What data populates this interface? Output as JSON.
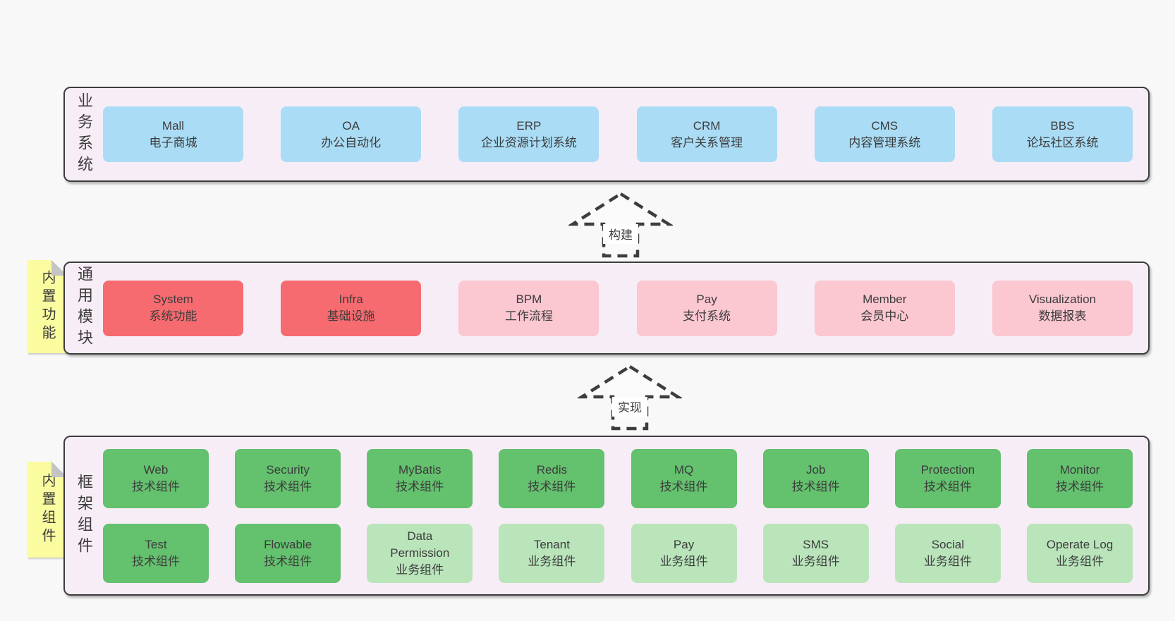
{
  "palette": {
    "page-bg": "#f8f8f8",
    "band-bg": "#f7edf6",
    "line": "#3d3d3d",
    "text": "#3c3c3c",
    "blue": "#aadcf5",
    "red": "#f66b70",
    "pink": "#fbc7d1",
    "green": "#64c16e",
    "lightgreen": "#bae5bb",
    "sticky": "#fbfc9f",
    "sticky-fold": "#c4c4c4"
  },
  "arrows": {
    "build": {
      "label": "构建"
    },
    "implement": {
      "label": "实现"
    }
  },
  "bands": {
    "business": {
      "label": "业务系统",
      "boxes": [
        {
          "name": "Mall",
          "desc": "电子商城",
          "type": "blue"
        },
        {
          "name": "OA",
          "desc": "办公自动化",
          "type": "blue"
        },
        {
          "name": "ERP",
          "desc": "企业资源计划系统",
          "type": "blue"
        },
        {
          "name": "CRM",
          "desc": "客户关系管理",
          "type": "blue"
        },
        {
          "name": "CMS",
          "desc": "内容管理系统",
          "type": "blue"
        },
        {
          "name": "BBS",
          "desc": "论坛社区系统",
          "type": "blue"
        }
      ]
    },
    "common": {
      "label": "通用模块",
      "sticky": "内置功能",
      "boxes": [
        {
          "name": "System",
          "desc": "系统功能",
          "type": "red"
        },
        {
          "name": "Infra",
          "desc": "基础设施",
          "type": "red"
        },
        {
          "name": "BPM",
          "desc": "工作流程",
          "type": "pink"
        },
        {
          "name": "Pay",
          "desc": "支付系统",
          "type": "pink"
        },
        {
          "name": "Member",
          "desc": "会员中心",
          "type": "pink"
        },
        {
          "name": "Visualization",
          "desc": "数据报表",
          "type": "pink"
        }
      ]
    },
    "framework": {
      "label": "框架组件",
      "sticky": "内置组件",
      "rows": {
        "0": [
          {
            "name": "Web",
            "desc": "技术组件",
            "type": "green"
          },
          {
            "name": "Security",
            "desc": "技术组件",
            "type": "green"
          },
          {
            "name": "MyBatis",
            "desc": "技术组件",
            "type": "green"
          },
          {
            "name": "Redis",
            "desc": "技术组件",
            "type": "green"
          },
          {
            "name": "MQ",
            "desc": "技术组件",
            "type": "green"
          },
          {
            "name": "Job",
            "desc": "技术组件",
            "type": "green"
          },
          {
            "name": "Protection",
            "desc": "技术组件",
            "type": "green"
          },
          {
            "name": "Monitor",
            "desc": "技术组件",
            "type": "green"
          }
        ],
        "1": [
          {
            "name": "Test",
            "desc": "技术组件",
            "type": "green"
          },
          {
            "name": "Flowable",
            "desc": "技术组件",
            "type": "green"
          },
          {
            "name": "Data Permission",
            "desc": "业务组件",
            "type": "lightgreen"
          },
          {
            "name": "Tenant",
            "desc": "业务组件",
            "type": "lightgreen"
          },
          {
            "name": "Pay",
            "desc": "业务组件",
            "type": "lightgreen"
          },
          {
            "name": "SMS",
            "desc": "业务组件",
            "type": "lightgreen"
          },
          {
            "name": "Social",
            "desc": "业务组件",
            "type": "lightgreen"
          },
          {
            "name": "Operate Log",
            "desc": "业务组件",
            "type": "lightgreen"
          }
        ]
      }
    }
  }
}
